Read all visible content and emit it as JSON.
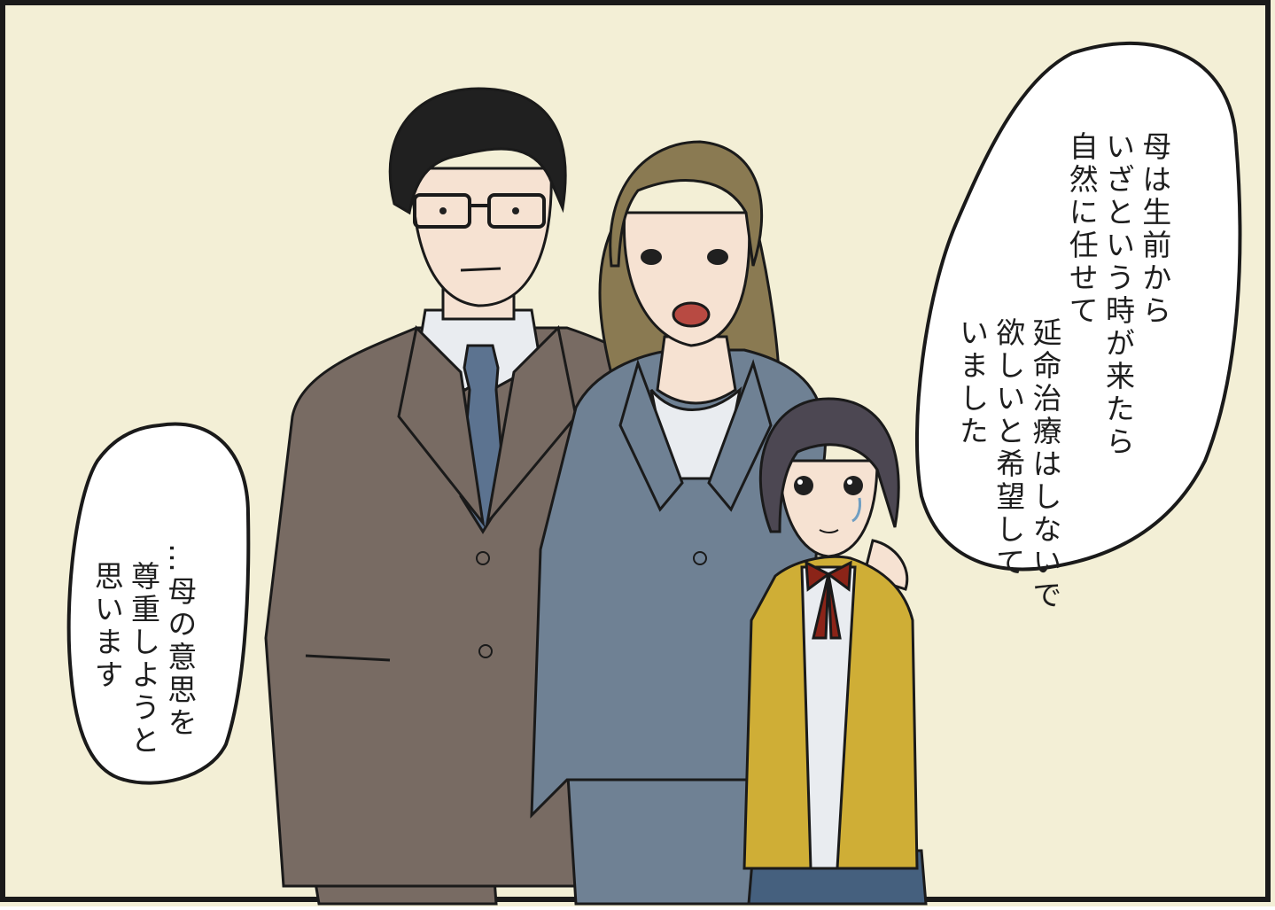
{
  "scene": {
    "colors": {
      "background": "#f3efd6",
      "border": "#1a1a1a",
      "skin": "#f6e2d2",
      "hair_dark": "#202020",
      "hair_woman": "#8a7a52",
      "hair_girl": "#4c4752",
      "suit_man": "#786b63",
      "suit_woman": "#6f8194",
      "cardigan": "#cfae36",
      "tie": "#5c7390",
      "ribbon": "#8b2418",
      "skirt": "#45607e",
      "shirt": "#e9ecf0"
    }
  },
  "balloons": {
    "woman_speech": {
      "lines": [
        "母は生前から",
        "いざという時が来たら",
        "自然に任せて",
        "延命治療はしないで",
        "欲しいと希望して",
        "いました"
      ]
    },
    "man_speech": {
      "lines": [
        "…母の意思を",
        "尊重しようと",
        "思います"
      ]
    }
  }
}
